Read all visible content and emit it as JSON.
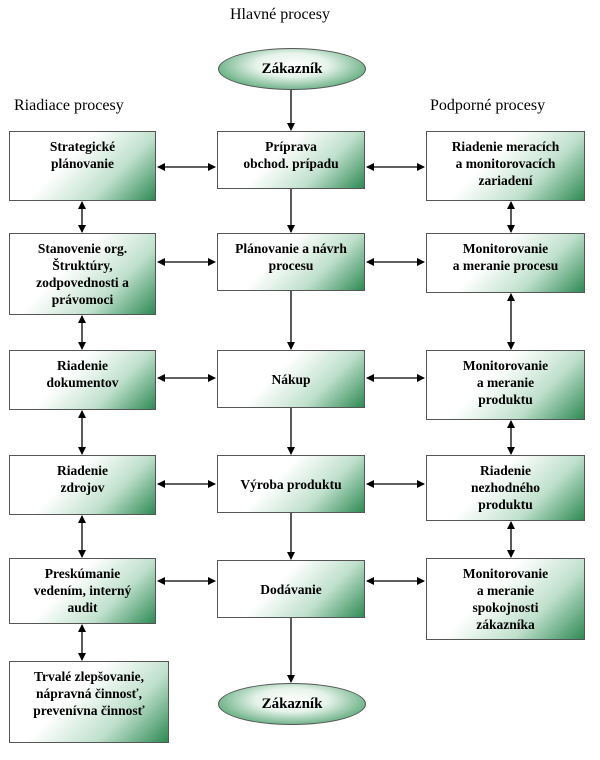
{
  "headers": {
    "main": "Hlavné procesy",
    "left": "Riadiace procesy",
    "right": "Podporné procesy"
  },
  "main_column": {
    "start": "Zákazník",
    "steps": [
      [
        "Príprava",
        "obchod. prípadu"
      ],
      [
        "Plánovanie a návrh",
        "procesu"
      ],
      [
        "Nákup"
      ],
      [
        "Výroba produktu"
      ],
      [
        "Dodávanie"
      ]
    ],
    "end": "Zákazník"
  },
  "left_column": {
    "items": [
      [
        "Strategické",
        "plánovanie"
      ],
      [
        "Stanovenie org.",
        "Štruktúry,",
        "zodpovednosti a",
        "právomoci"
      ],
      [
        "Riadenie",
        "dokumentov"
      ],
      [
        "Riadenie",
        "zdrojov"
      ],
      [
        "Preskúmanie",
        "vedením, interný",
        "audit"
      ],
      [
        "Trvalé zlepšovanie,",
        "nápravná činnosť,",
        "prevenívna činnosť"
      ]
    ]
  },
  "right_column": {
    "items": [
      [
        "Riadenie meracích",
        "a monitorovacích",
        "zariadení"
      ],
      [
        "Monitorovanie",
        "a meranie procesu"
      ],
      [
        "Monitorovanie",
        "a meranie",
        "produktu"
      ],
      [
        "Riadenie",
        "nezhodného",
        "produktu"
      ],
      [
        "Monitorovanie",
        "a meranie",
        "spokojnosti",
        "zákazníka"
      ]
    ]
  },
  "colors": {
    "box_gradient_end": "#2f8a55",
    "line": "#000000"
  }
}
